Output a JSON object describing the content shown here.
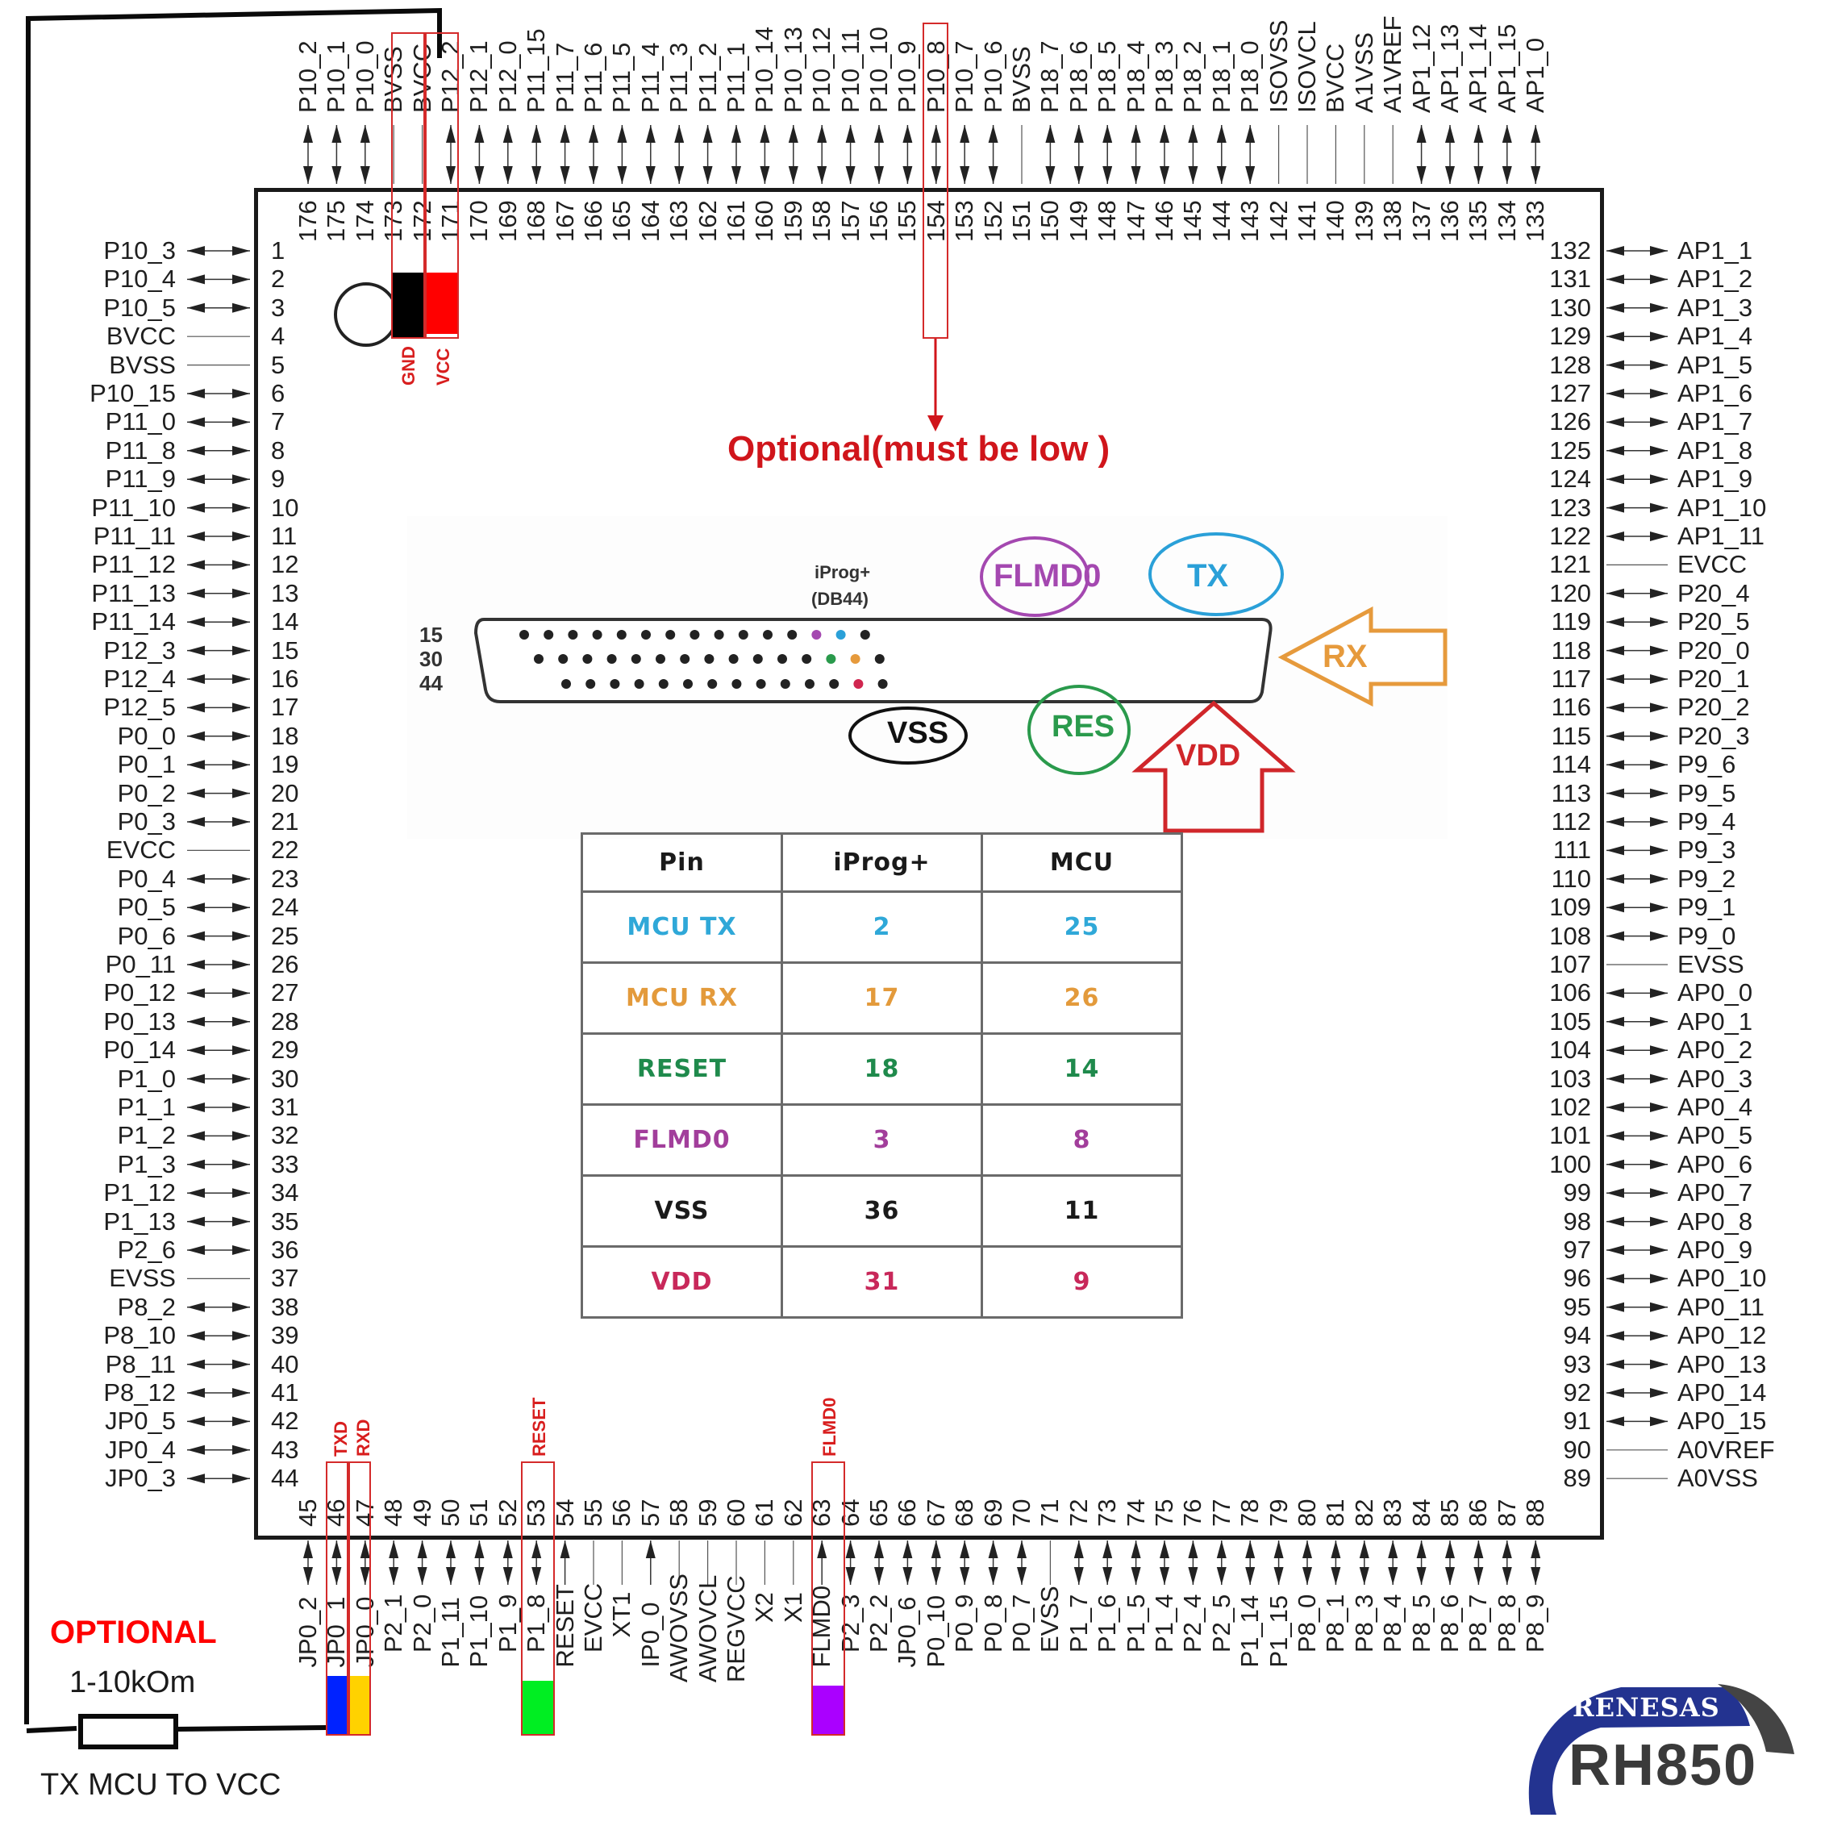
{
  "diagram": {
    "title": "RH850 176-pin MCU to iProg+ DB44 connection",
    "colors": {
      "highlight_box": "#d42a2a",
      "gnd_fill": "#000000",
      "vcc_fill": "#ff0000",
      "txd_fill": "#0022ff",
      "rxd_fill": "#ffd200",
      "reset_fill": "#00ee22",
      "flmd0_fill": "#aa00ff",
      "note_red": "#d0151b"
    },
    "top_pins": [
      {
        "num": "176",
        "name": "P10_2",
        "type": "bi"
      },
      {
        "num": "175",
        "name": "P10_1",
        "type": "bi"
      },
      {
        "num": "174",
        "name": "P10_0",
        "type": "bi"
      },
      {
        "num": "173",
        "name": "BVSS",
        "type": "pwr"
      },
      {
        "num": "172",
        "name": "BVCC",
        "type": "pwr"
      },
      {
        "num": "171",
        "name": "P12_2",
        "type": "bi"
      },
      {
        "num": "170",
        "name": "P12_1",
        "type": "bi"
      },
      {
        "num": "169",
        "name": "P12_0",
        "type": "bi"
      },
      {
        "num": "168",
        "name": "P11_15",
        "type": "bi"
      },
      {
        "num": "167",
        "name": "P11_7",
        "type": "bi"
      },
      {
        "num": "166",
        "name": "P11_6",
        "type": "bi"
      },
      {
        "num": "165",
        "name": "P11_5",
        "type": "bi"
      },
      {
        "num": "164",
        "name": "P11_4",
        "type": "bi"
      },
      {
        "num": "163",
        "name": "P11_3",
        "type": "bi"
      },
      {
        "num": "162",
        "name": "P11_2",
        "type": "bi"
      },
      {
        "num": "161",
        "name": "P11_1",
        "type": "bi"
      },
      {
        "num": "160",
        "name": "P10_14",
        "type": "bi"
      },
      {
        "num": "159",
        "name": "P10_13",
        "type": "bi"
      },
      {
        "num": "158",
        "name": "P10_12",
        "type": "bi"
      },
      {
        "num": "157",
        "name": "P10_11",
        "type": "bi"
      },
      {
        "num": "156",
        "name": "P10_10",
        "type": "bi"
      },
      {
        "num": "155",
        "name": "P10_9",
        "type": "bi"
      },
      {
        "num": "154",
        "name": "P10_8",
        "type": "bi"
      },
      {
        "num": "153",
        "name": "P10_7",
        "type": "bi"
      },
      {
        "num": "152",
        "name": "P10_6",
        "type": "bi"
      },
      {
        "num": "151",
        "name": "BVSS",
        "type": "pwr"
      },
      {
        "num": "150",
        "name": "P18_7",
        "type": "bi"
      },
      {
        "num": "149",
        "name": "P18_6",
        "type": "bi"
      },
      {
        "num": "148",
        "name": "P18_5",
        "type": "bi"
      },
      {
        "num": "147",
        "name": "P18_4",
        "type": "bi"
      },
      {
        "num": "146",
        "name": "P18_3",
        "type": "bi"
      },
      {
        "num": "145",
        "name": "P18_2",
        "type": "bi"
      },
      {
        "num": "144",
        "name": "P18_1",
        "type": "bi"
      },
      {
        "num": "143",
        "name": "P18_0",
        "type": "bi"
      },
      {
        "num": "142",
        "name": "ISOVSS",
        "type": "pwr"
      },
      {
        "num": "141",
        "name": "ISOVCL",
        "type": "pwr"
      },
      {
        "num": "140",
        "name": "BVCC",
        "type": "pwr"
      },
      {
        "num": "139",
        "name": "A1VSS",
        "type": "pwr"
      },
      {
        "num": "138",
        "name": "A1VREF",
        "type": "pwr"
      },
      {
        "num": "137",
        "name": "AP1_12",
        "type": "bi"
      },
      {
        "num": "136",
        "name": "AP1_13",
        "type": "bi"
      },
      {
        "num": "135",
        "name": "AP1_14",
        "type": "bi"
      },
      {
        "num": "134",
        "name": "AP1_15",
        "type": "bi"
      },
      {
        "num": "133",
        "name": "AP1_0",
        "type": "bi"
      }
    ],
    "left_pins": [
      {
        "num": "1",
        "name": "P10_3",
        "type": "bi"
      },
      {
        "num": "2",
        "name": "P10_4",
        "type": "bi"
      },
      {
        "num": "3",
        "name": "P10_5",
        "type": "bi"
      },
      {
        "num": "4",
        "name": "BVCC",
        "type": "pwr"
      },
      {
        "num": "5",
        "name": "BVSS",
        "type": "pwr"
      },
      {
        "num": "6",
        "name": "P10_15",
        "type": "bi"
      },
      {
        "num": "7",
        "name": "P11_0",
        "type": "bi"
      },
      {
        "num": "8",
        "name": "P11_8",
        "type": "bi"
      },
      {
        "num": "9",
        "name": "P11_9",
        "type": "bi"
      },
      {
        "num": "10",
        "name": "P11_10",
        "type": "bi"
      },
      {
        "num": "11",
        "name": "P11_11",
        "type": "bi"
      },
      {
        "num": "12",
        "name": "P11_12",
        "type": "bi"
      },
      {
        "num": "13",
        "name": "P11_13",
        "type": "bi"
      },
      {
        "num": "14",
        "name": "P11_14",
        "type": "bi"
      },
      {
        "num": "15",
        "name": "P12_3",
        "type": "bi"
      },
      {
        "num": "16",
        "name": "P12_4",
        "type": "bi"
      },
      {
        "num": "17",
        "name": "P12_5",
        "type": "bi"
      },
      {
        "num": "18",
        "name": "P0_0",
        "type": "bi"
      },
      {
        "num": "19",
        "name": "P0_1",
        "type": "bi"
      },
      {
        "num": "20",
        "name": "P0_2",
        "type": "bi"
      },
      {
        "num": "21",
        "name": "P0_3",
        "type": "bi"
      },
      {
        "num": "22",
        "name": "EVCC",
        "type": "pwr"
      },
      {
        "num": "23",
        "name": "P0_4",
        "type": "bi"
      },
      {
        "num": "24",
        "name": "P0_5",
        "type": "bi"
      },
      {
        "num": "25",
        "name": "P0_6",
        "type": "bi"
      },
      {
        "num": "26",
        "name": "P0_11",
        "type": "bi"
      },
      {
        "num": "27",
        "name": "P0_12",
        "type": "bi"
      },
      {
        "num": "28",
        "name": "P0_13",
        "type": "bi"
      },
      {
        "num": "29",
        "name": "P0_14",
        "type": "bi"
      },
      {
        "num": "30",
        "name": "P1_0",
        "type": "bi"
      },
      {
        "num": "31",
        "name": "P1_1",
        "type": "bi"
      },
      {
        "num": "32",
        "name": "P1_2",
        "type": "bi"
      },
      {
        "num": "33",
        "name": "P1_3",
        "type": "bi"
      },
      {
        "num": "34",
        "name": "P1_12",
        "type": "bi"
      },
      {
        "num": "35",
        "name": "P1_13",
        "type": "bi"
      },
      {
        "num": "36",
        "name": "P2_6",
        "type": "bi"
      },
      {
        "num": "37",
        "name": "EVSS",
        "type": "pwr"
      },
      {
        "num": "38",
        "name": "P8_2",
        "type": "bi"
      },
      {
        "num": "39",
        "name": "P8_10",
        "type": "bi"
      },
      {
        "num": "40",
        "name": "P8_11",
        "type": "bi"
      },
      {
        "num": "41",
        "name": "P8_12",
        "type": "bi"
      },
      {
        "num": "42",
        "name": "JP0_5",
        "type": "bi"
      },
      {
        "num": "43",
        "name": "JP0_4",
        "type": "bi"
      },
      {
        "num": "44",
        "name": "JP0_3",
        "type": "bi"
      }
    ],
    "right_pins": [
      {
        "num": "132",
        "name": "AP1_1",
        "type": "bi"
      },
      {
        "num": "131",
        "name": "AP1_2",
        "type": "bi"
      },
      {
        "num": "130",
        "name": "AP1_3",
        "type": "bi"
      },
      {
        "num": "129",
        "name": "AP1_4",
        "type": "bi"
      },
      {
        "num": "128",
        "name": "AP1_5",
        "type": "bi"
      },
      {
        "num": "127",
        "name": "AP1_6",
        "type": "bi"
      },
      {
        "num": "126",
        "name": "AP1_7",
        "type": "bi"
      },
      {
        "num": "125",
        "name": "AP1_8",
        "type": "bi"
      },
      {
        "num": "124",
        "name": "AP1_9",
        "type": "bi"
      },
      {
        "num": "123",
        "name": "AP1_10",
        "type": "bi"
      },
      {
        "num": "122",
        "name": "AP1_11",
        "type": "bi"
      },
      {
        "num": "121",
        "name": "EVCC",
        "type": "pwr"
      },
      {
        "num": "120",
        "name": "P20_4",
        "type": "bi"
      },
      {
        "num": "119",
        "name": "P20_5",
        "type": "bi"
      },
      {
        "num": "118",
        "name": "P20_0",
        "type": "bi"
      },
      {
        "num": "117",
        "name": "P20_1",
        "type": "bi"
      },
      {
        "num": "116",
        "name": "P20_2",
        "type": "bi"
      },
      {
        "num": "115",
        "name": "P20_3",
        "type": "bi"
      },
      {
        "num": "114",
        "name": "P9_6",
        "type": "bi"
      },
      {
        "num": "113",
        "name": "P9_5",
        "type": "bi"
      },
      {
        "num": "112",
        "name": "P9_4",
        "type": "bi"
      },
      {
        "num": "111",
        "name": "P9_3",
        "type": "bi"
      },
      {
        "num": "110",
        "name": "P9_2",
        "type": "bi"
      },
      {
        "num": "109",
        "name": "P9_1",
        "type": "bi"
      },
      {
        "num": "108",
        "name": "P9_0",
        "type": "bi"
      },
      {
        "num": "107",
        "name": "EVSS",
        "type": "pwr"
      },
      {
        "num": "106",
        "name": "AP0_0",
        "type": "bi"
      },
      {
        "num": "105",
        "name": "AP0_1",
        "type": "bi"
      },
      {
        "num": "104",
        "name": "AP0_2",
        "type": "bi"
      },
      {
        "num": "103",
        "name": "AP0_3",
        "type": "bi"
      },
      {
        "num": "102",
        "name": "AP0_4",
        "type": "bi"
      },
      {
        "num": "101",
        "name": "AP0_5",
        "type": "bi"
      },
      {
        "num": "100",
        "name": "AP0_6",
        "type": "bi"
      },
      {
        "num": "99",
        "name": "AP0_7",
        "type": "bi"
      },
      {
        "num": "98",
        "name": "AP0_8",
        "type": "bi"
      },
      {
        "num": "97",
        "name": "AP0_9",
        "type": "bi"
      },
      {
        "num": "96",
        "name": "AP0_10",
        "type": "bi"
      },
      {
        "num": "95",
        "name": "AP0_11",
        "type": "bi"
      },
      {
        "num": "94",
        "name": "AP0_12",
        "type": "bi"
      },
      {
        "num": "93",
        "name": "AP0_13",
        "type": "bi"
      },
      {
        "num": "92",
        "name": "AP0_14",
        "type": "bi"
      },
      {
        "num": "91",
        "name": "AP0_15",
        "type": "bi"
      },
      {
        "num": "90",
        "name": "A0VREF",
        "type": "pwr"
      },
      {
        "num": "89",
        "name": "A0VSS",
        "type": "pwr"
      }
    ],
    "bottom_pins": [
      {
        "num": "45",
        "name": "JP0_2",
        "type": "bi"
      },
      {
        "num": "46",
        "name": "JP0_1",
        "type": "bi"
      },
      {
        "num": "47",
        "name": "JP0_0",
        "type": "bi"
      },
      {
        "num": "48",
        "name": "P2_1",
        "type": "bi"
      },
      {
        "num": "49",
        "name": "P2_0",
        "type": "bi"
      },
      {
        "num": "50",
        "name": "P1_11",
        "type": "bi"
      },
      {
        "num": "51",
        "name": "P1_10",
        "type": "bi"
      },
      {
        "num": "52",
        "name": "P1_9",
        "type": "bi"
      },
      {
        "num": "53",
        "name": "P1_8",
        "type": "bi"
      },
      {
        "num": "54",
        "name": "RESET",
        "type": "in"
      },
      {
        "num": "55",
        "name": "EVCC",
        "type": "pwr"
      },
      {
        "num": "56",
        "name": "XT1",
        "type": "pwr"
      },
      {
        "num": "57",
        "name": "IP0_0",
        "type": "in"
      },
      {
        "num": "58",
        "name": "AWOVSS",
        "type": "pwr"
      },
      {
        "num": "59",
        "name": "AWOVCL",
        "type": "pwr"
      },
      {
        "num": "60",
        "name": "REGVCC",
        "type": "pwr"
      },
      {
        "num": "61",
        "name": "X2",
        "type": "pwr"
      },
      {
        "num": "62",
        "name": "X1",
        "type": "pwr"
      },
      {
        "num": "63",
        "name": "FLMD0",
        "type": "in"
      },
      {
        "num": "64",
        "name": "P2_3",
        "type": "bi"
      },
      {
        "num": "65",
        "name": "P2_2",
        "type": "bi"
      },
      {
        "num": "66",
        "name": "JP0_6",
        "type": "bi"
      },
      {
        "num": "67",
        "name": "P0_10",
        "type": "bi"
      },
      {
        "num": "68",
        "name": "P0_9",
        "type": "bi"
      },
      {
        "num": "69",
        "name": "P0_8",
        "type": "bi"
      },
      {
        "num": "70",
        "name": "P0_7",
        "type": "bi"
      },
      {
        "num": "71",
        "name": "EVSS",
        "type": "pwr"
      },
      {
        "num": "72",
        "name": "P1_7",
        "type": "bi"
      },
      {
        "num": "73",
        "name": "P1_6",
        "type": "bi"
      },
      {
        "num": "74",
        "name": "P1_5",
        "type": "bi"
      },
      {
        "num": "75",
        "name": "P1_4",
        "type": "bi"
      },
      {
        "num": "76",
        "name": "P2_4",
        "type": "bi"
      },
      {
        "num": "77",
        "name": "P2_5",
        "type": "bi"
      },
      {
        "num": "78",
        "name": "P1_14",
        "type": "bi"
      },
      {
        "num": "79",
        "name": "P1_15",
        "type": "bi"
      },
      {
        "num": "80",
        "name": "P8_0",
        "type": "bi"
      },
      {
        "num": "81",
        "name": "P8_1",
        "type": "bi"
      },
      {
        "num": "82",
        "name": "P8_3",
        "type": "bi"
      },
      {
        "num": "83",
        "name": "P8_4",
        "type": "bi"
      },
      {
        "num": "84",
        "name": "P8_5",
        "type": "bi"
      },
      {
        "num": "85",
        "name": "P8_6",
        "type": "bi"
      },
      {
        "num": "86",
        "name": "P8_7",
        "type": "bi"
      },
      {
        "num": "87",
        "name": "P8_8",
        "type": "bi"
      },
      {
        "num": "88",
        "name": "P8_9",
        "type": "bi"
      }
    ],
    "annotations": {
      "gnd": "GND",
      "vcc": "VCC",
      "txd": "TXD",
      "rxd": "RXD",
      "reset": "RESET",
      "flmd0": "FLMD0",
      "optional_note": "Optional(must be low )",
      "optional_title": "OPTIONAL",
      "resistor_value": "1-10kOm",
      "resistor_caption": "TX MCU TO VCC"
    },
    "connector": {
      "title_line1": "iProg+",
      "title_line2": "(DB44)",
      "row_labels": [
        "15",
        "30",
        "44"
      ],
      "callouts": {
        "flmd0": "FLMD0",
        "tx": "TX",
        "rx": "RX",
        "vss": "VSS",
        "res": "RES",
        "vdd": "VDD"
      }
    },
    "pin_table": {
      "headers": [
        "Pin",
        "iProg+",
        "MCU"
      ],
      "rows": [
        {
          "pin": "MCU TX",
          "iprog": "2",
          "mcu": "25",
          "color": "#2fa8d8"
        },
        {
          "pin": "MCU RX",
          "iprog": "17",
          "mcu": "26",
          "color": "#e39a3b"
        },
        {
          "pin": "RESET",
          "iprog": "18",
          "mcu": "14",
          "color": "#1f8a4c"
        },
        {
          "pin": "FLMD0",
          "iprog": "3",
          "mcu": "8",
          "color": "#a23e9b"
        },
        {
          "pin": "VSS",
          "iprog": "36",
          "mcu": "11",
          "color": "#1a1a1a"
        },
        {
          "pin": "VDD",
          "iprog": "31",
          "mcu": "9",
          "color": "#c8285a"
        }
      ]
    },
    "logo": {
      "brand": "RENESAS",
      "product": "RH850"
    }
  }
}
